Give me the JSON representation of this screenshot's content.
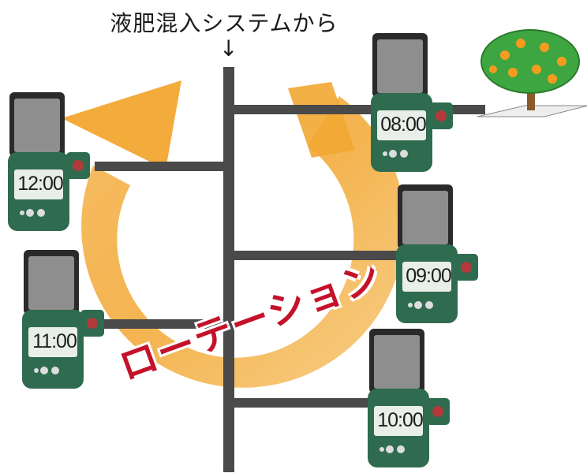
{
  "header": {
    "title": "液肥混入システムから",
    "arrow": "↓"
  },
  "rotation_label": "ローテーション",
  "timers": [
    {
      "time": "08:00"
    },
    {
      "time": "09:00"
    },
    {
      "time": "10:00"
    },
    {
      "time": "11:00"
    },
    {
      "time": "12:00"
    }
  ],
  "colors": {
    "pipe": "#4a4a4a",
    "arrow_band": "#f2a732",
    "device_body": "#2f6b4f",
    "device_screen": "#e8eee8",
    "label_red": "#c4122a",
    "tree_leaf": "#3ea640",
    "fruit": "#f39c1f"
  }
}
